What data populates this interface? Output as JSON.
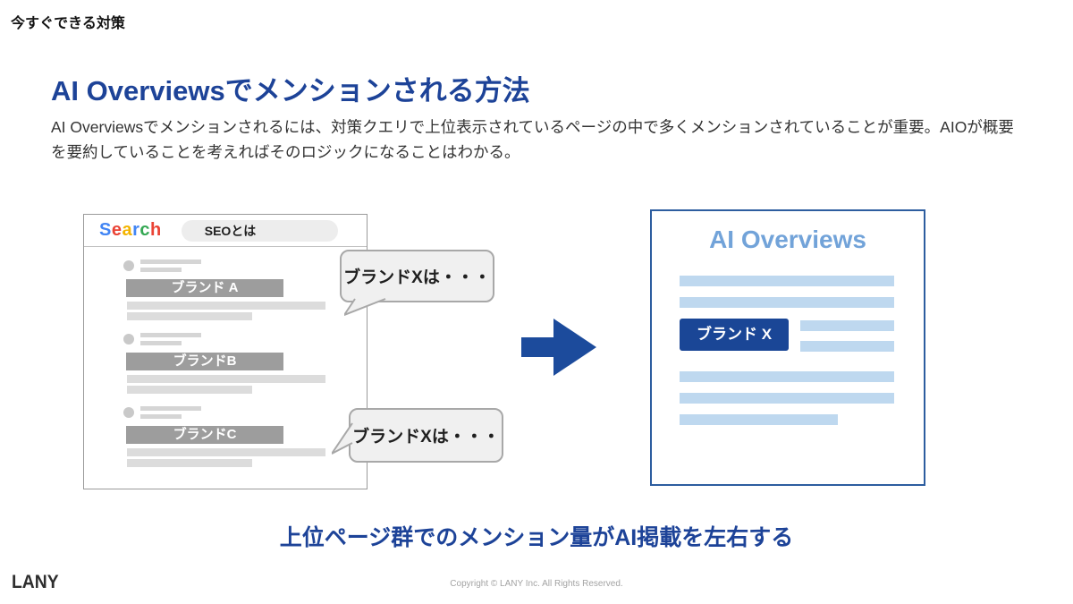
{
  "page": {
    "eyebrow": "今すぐできる対策",
    "title": "AI Overviewsでメンションされる方法",
    "body": "AI Overviewsでメンションされるには、対策クエリで上位表示されているページの中で多くメンションされていることが重要。AIOが概要を要約していることを考えればそのロジックになることはわかる。",
    "caption": "上位ページ群でのメンション量がAI掲載を左右する"
  },
  "serp": {
    "logo_letters": [
      {
        "char": "S",
        "color": "#4285F4"
      },
      {
        "char": "e",
        "color": "#EA4335"
      },
      {
        "char": "a",
        "color": "#F4B400"
      },
      {
        "char": "r",
        "color": "#4285F4"
      },
      {
        "char": "c",
        "color": "#34A853"
      },
      {
        "char": "h",
        "color": "#EA4335"
      }
    ],
    "query": "SEOとは",
    "results": [
      {
        "label": "ブランド A"
      },
      {
        "label": "ブランドB"
      },
      {
        "label": "ブランドC"
      }
    ],
    "bubbles": [
      {
        "text": "ブランドXは・・・"
      },
      {
        "text": "ブランドXは・・・"
      }
    ]
  },
  "aio": {
    "title": "AI Overviews",
    "brand_button": "ブランド X"
  },
  "footer": {
    "logo": "LANY",
    "copyright": "Copyright © LANY Inc. All Rights Reserved."
  },
  "colors": {
    "brand_blue": "#1d4398",
    "arrow_blue": "#1c4b9c",
    "button_blue": "#1a4696",
    "aio_title_blue": "#72a3d9",
    "aio_bar_blue": "#bed8ef",
    "panel_border_blue": "#2d5d9f",
    "result_bar_gray": "#9d9d9d"
  }
}
